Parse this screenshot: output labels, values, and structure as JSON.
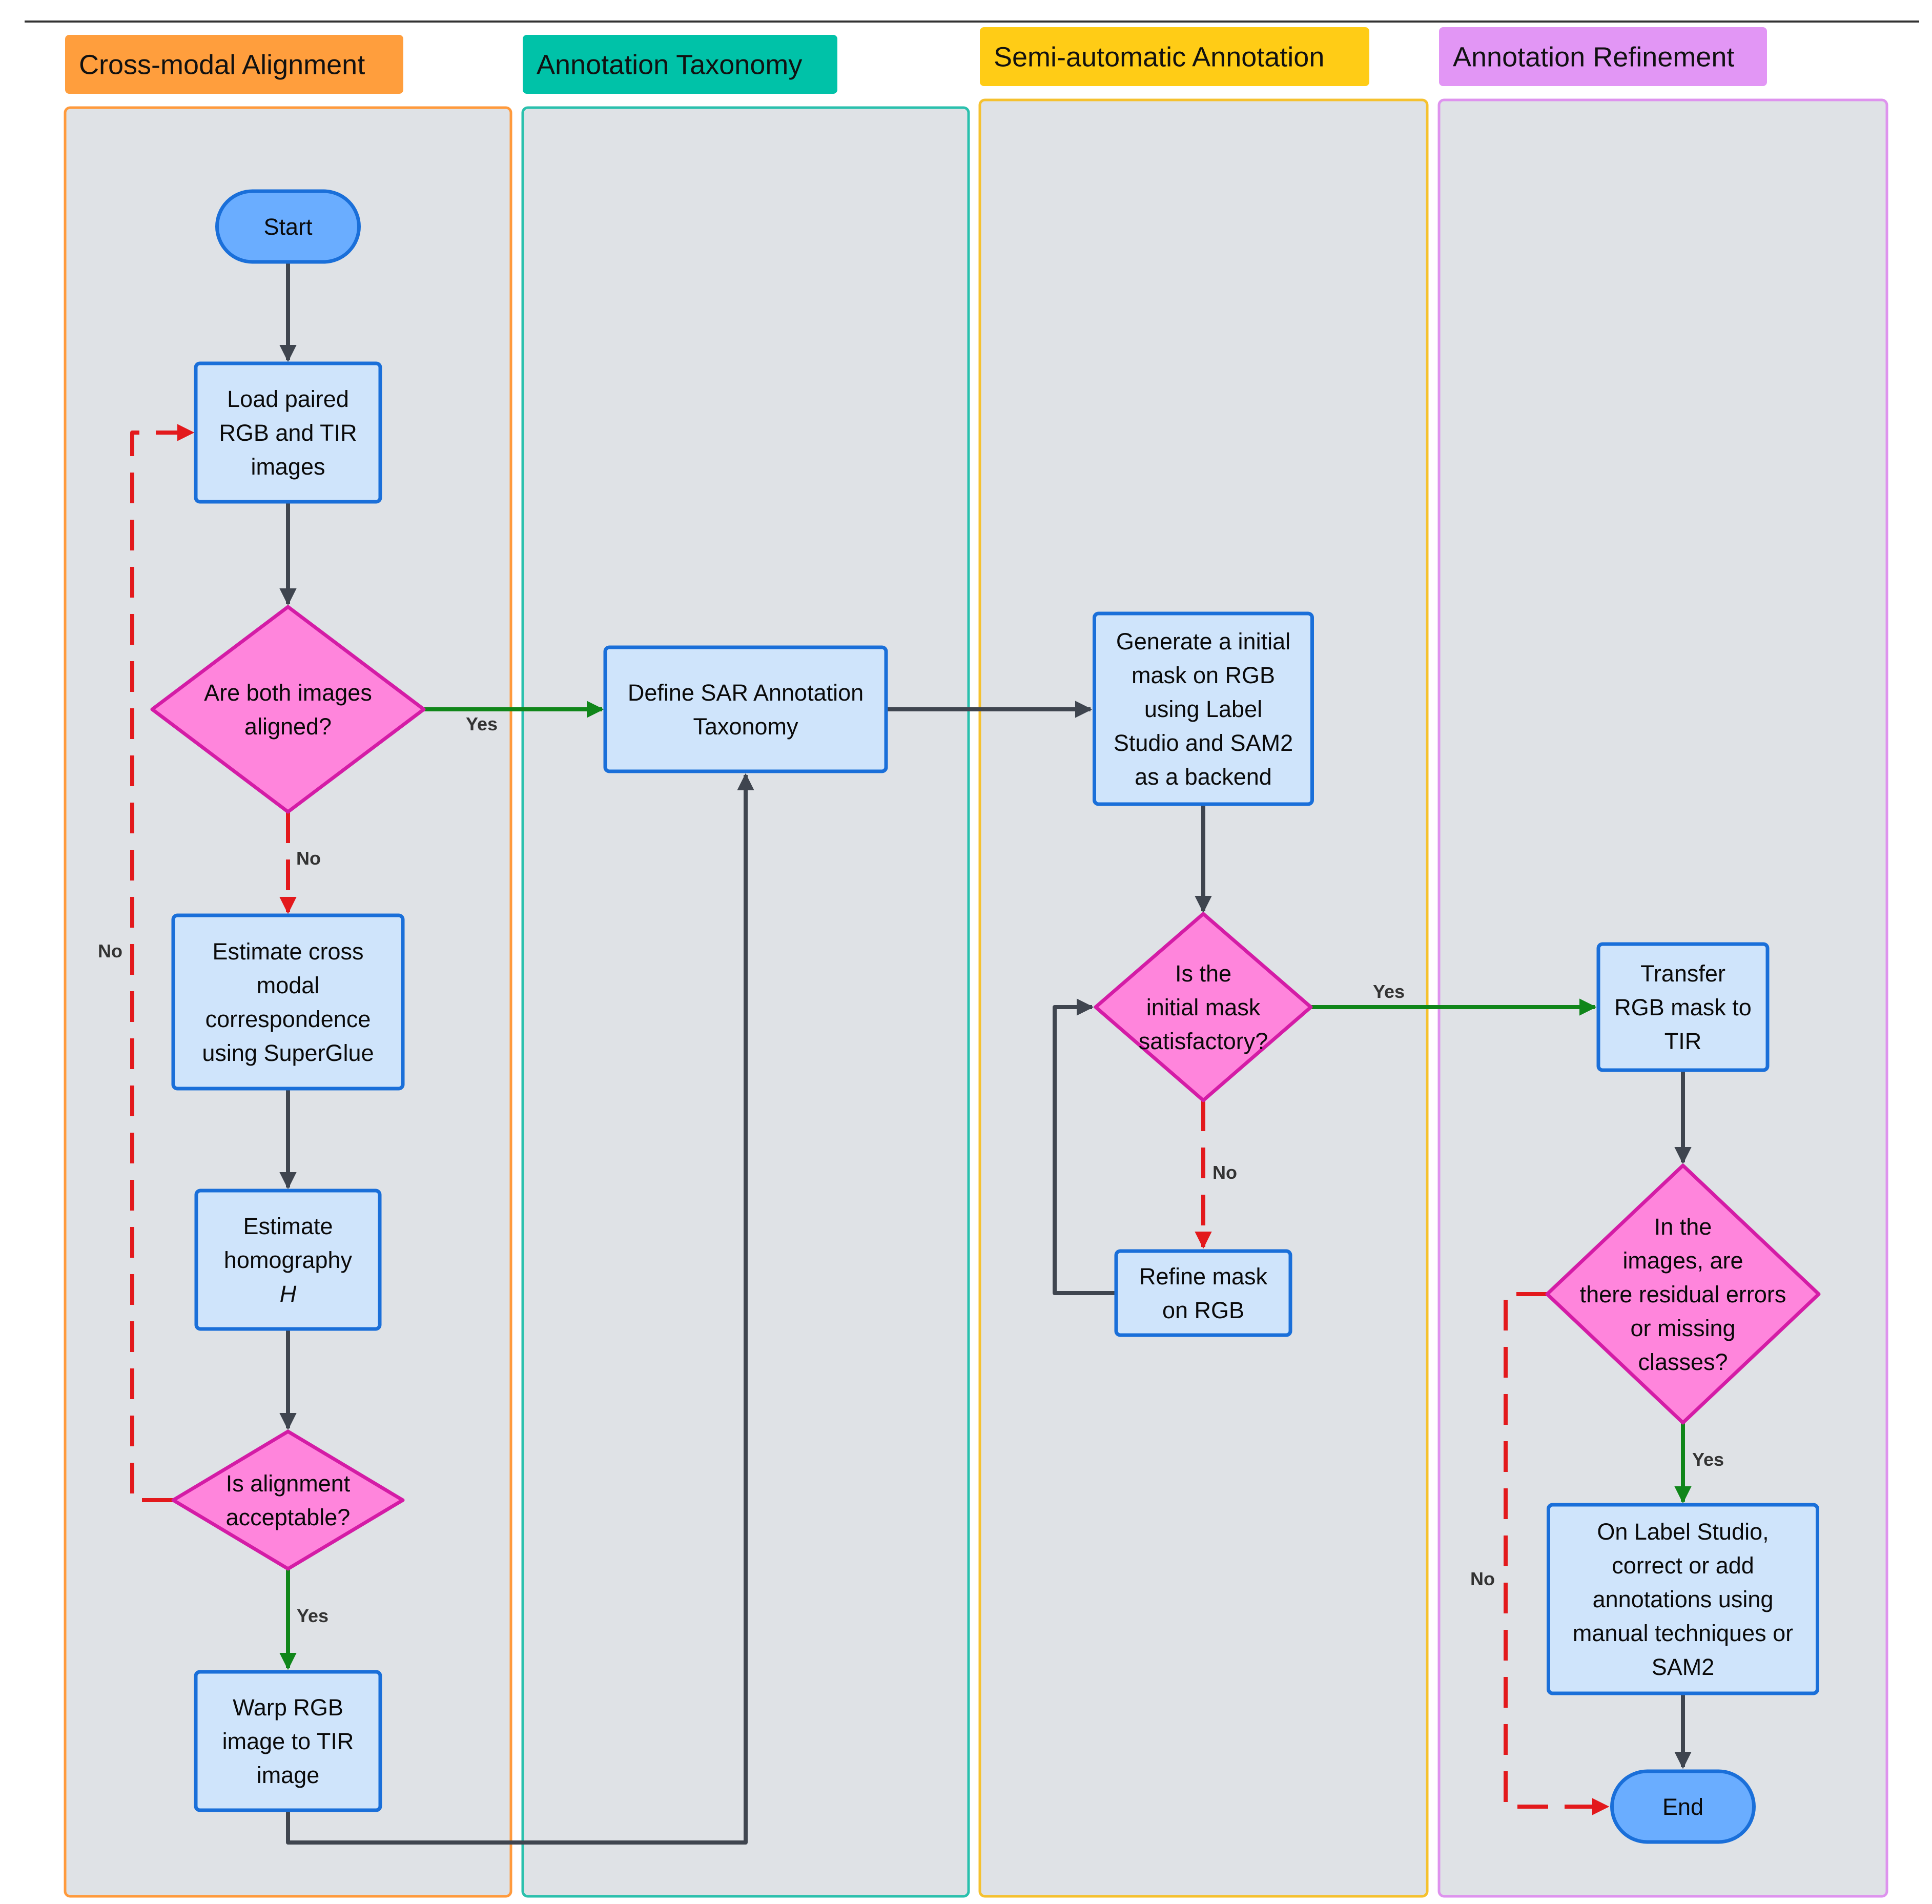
{
  "lanes": [
    {
      "id": "lane-cross-modal",
      "title": "Cross-modal Alignment",
      "title_color": "#ff9e3d",
      "border_color": "#ff9a3c"
    },
    {
      "id": "lane-taxonomy",
      "title": "Annotation Taxonomy",
      "title_color": "#00c2a8",
      "border_color": "#2bc0ad"
    },
    {
      "id": "lane-semi-auto",
      "title": "Semi-automatic Annotation",
      "title_color": "#ffcc16",
      "border_color": "#f5c12f"
    },
    {
      "id": "lane-refinement",
      "title": "Annotation Refinement",
      "title_color": "#e296f5",
      "border_color": "#de93ee"
    }
  ],
  "nodes": {
    "start": {
      "shape": "terminal",
      "lines": [
        "Start"
      ]
    },
    "load": {
      "shape": "process",
      "lines": [
        "Load paired",
        "RGB and TIR",
        "images"
      ]
    },
    "aligned": {
      "shape": "decision",
      "lines": [
        "Are both images",
        "aligned?"
      ]
    },
    "estimate_corr": {
      "shape": "process",
      "lines": [
        "Estimate cross",
        "modal",
        "correspondence",
        "using SuperGlue"
      ]
    },
    "homography": {
      "shape": "process",
      "lines": [
        "Estimate",
        "homography",
        "H"
      ],
      "italic_line": 2
    },
    "acceptable": {
      "shape": "decision",
      "lines": [
        "Is alignment",
        "acceptable?"
      ]
    },
    "warp": {
      "shape": "process",
      "lines": [
        "Warp RGB",
        "image to TIR",
        "image"
      ]
    },
    "taxonomy": {
      "shape": "process",
      "lines": [
        "Define SAR Annotation",
        "Taxonomy"
      ]
    },
    "generate": {
      "shape": "process",
      "lines": [
        "Generate a initial",
        "mask on RGB",
        "using  Label",
        "Studio and SAM2",
        "as a backend"
      ]
    },
    "satisfactory": {
      "shape": "decision",
      "lines": [
        "Is the",
        "initial mask",
        "satisfactory?"
      ]
    },
    "refine": {
      "shape": "process",
      "lines": [
        "Refine mask",
        "on RGB"
      ]
    },
    "transfer": {
      "shape": "process",
      "lines": [
        "Transfer",
        "RGB mask to",
        "TIR"
      ]
    },
    "residual": {
      "shape": "decision",
      "lines": [
        "In the",
        "images, are",
        "there residual errors",
        "or missing",
        "classes?"
      ]
    },
    "correct": {
      "shape": "process",
      "lines": [
        "On Label Studio,",
        "correct or add",
        "annotations using",
        "manual techniques or",
        "SAM2"
      ]
    },
    "end": {
      "shape": "terminal",
      "lines": [
        "End"
      ]
    }
  },
  "edges": [
    {
      "id": "start-load",
      "from": "start",
      "to": "load",
      "style": "solid",
      "color": "dark",
      "label": ""
    },
    {
      "id": "load-aligned",
      "from": "load",
      "to": "aligned",
      "style": "solid",
      "color": "dark",
      "label": ""
    },
    {
      "id": "aligned-taxonomy",
      "from": "aligned",
      "to": "taxonomy",
      "style": "solid",
      "color": "green",
      "label": "Yes"
    },
    {
      "id": "aligned-estimate",
      "from": "aligned",
      "to": "estimate_corr",
      "style": "dashed",
      "color": "red",
      "label": "No"
    },
    {
      "id": "estimate-homography",
      "from": "estimate_corr",
      "to": "homography",
      "style": "solid",
      "color": "dark",
      "label": ""
    },
    {
      "id": "homography-acceptable",
      "from": "homography",
      "to": "acceptable",
      "style": "solid",
      "color": "dark",
      "label": ""
    },
    {
      "id": "acceptable-load",
      "from": "acceptable",
      "to": "load",
      "style": "dashed",
      "color": "red",
      "label": "No"
    },
    {
      "id": "acceptable-warp",
      "from": "acceptable",
      "to": "warp",
      "style": "solid",
      "color": "green",
      "label": "Yes"
    },
    {
      "id": "warp-taxonomy",
      "from": "warp",
      "to": "taxonomy",
      "style": "solid",
      "color": "dark",
      "label": ""
    },
    {
      "id": "taxonomy-generate",
      "from": "taxonomy",
      "to": "generate",
      "style": "solid",
      "color": "dark",
      "label": ""
    },
    {
      "id": "generate-satisfactory",
      "from": "generate",
      "to": "satisfactory",
      "style": "solid",
      "color": "dark",
      "label": ""
    },
    {
      "id": "satisfactory-refine",
      "from": "satisfactory",
      "to": "refine",
      "style": "dashed",
      "color": "red",
      "label": "No"
    },
    {
      "id": "refine-satisfactory",
      "from": "refine",
      "to": "satisfactory",
      "style": "solid",
      "color": "dark",
      "label": ""
    },
    {
      "id": "satisfactory-transfer",
      "from": "satisfactory",
      "to": "transfer",
      "style": "solid",
      "color": "green",
      "label": "Yes"
    },
    {
      "id": "transfer-residual",
      "from": "transfer",
      "to": "residual",
      "style": "solid",
      "color": "dark",
      "label": ""
    },
    {
      "id": "residual-correct",
      "from": "residual",
      "to": "correct",
      "style": "solid",
      "color": "green",
      "label": "Yes"
    },
    {
      "id": "residual-end",
      "from": "residual",
      "to": "end",
      "style": "dashed",
      "color": "red",
      "label": "No"
    },
    {
      "id": "correct-end",
      "from": "correct",
      "to": "end",
      "style": "solid",
      "color": "dark",
      "label": ""
    }
  ],
  "colors": {
    "lane_fill": "#dfe2e6",
    "process_fill": "#cfe4fb",
    "process_stroke": "#1a6fd9",
    "decision_fill": "#ff85dc",
    "decision_stroke": "#d41ca6",
    "terminal_fill": "#6aadff",
    "terminal_stroke": "#1a6fd9",
    "edge_dark": "#3f454f",
    "edge_green": "#10861a",
    "edge_red": "#e3191c",
    "top_rule": "#333333"
  }
}
